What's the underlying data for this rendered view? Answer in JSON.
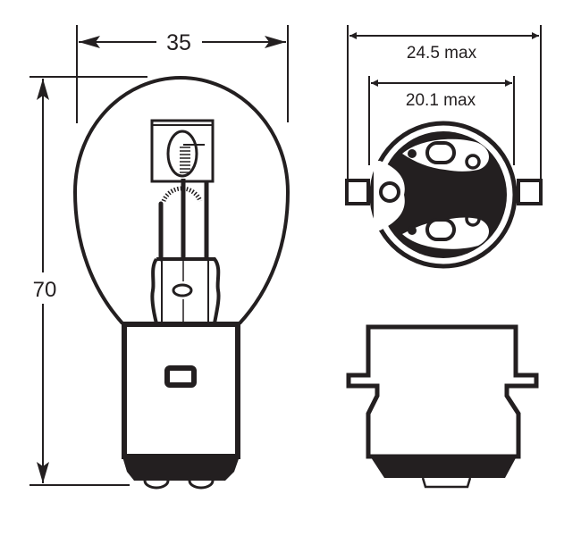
{
  "dimensions": {
    "width": "35",
    "height": "70",
    "flange_diameter": "24.5 max",
    "base_diameter": "20.1 max"
  },
  "colors": {
    "ink": "#231f20",
    "background": "#ffffff"
  }
}
